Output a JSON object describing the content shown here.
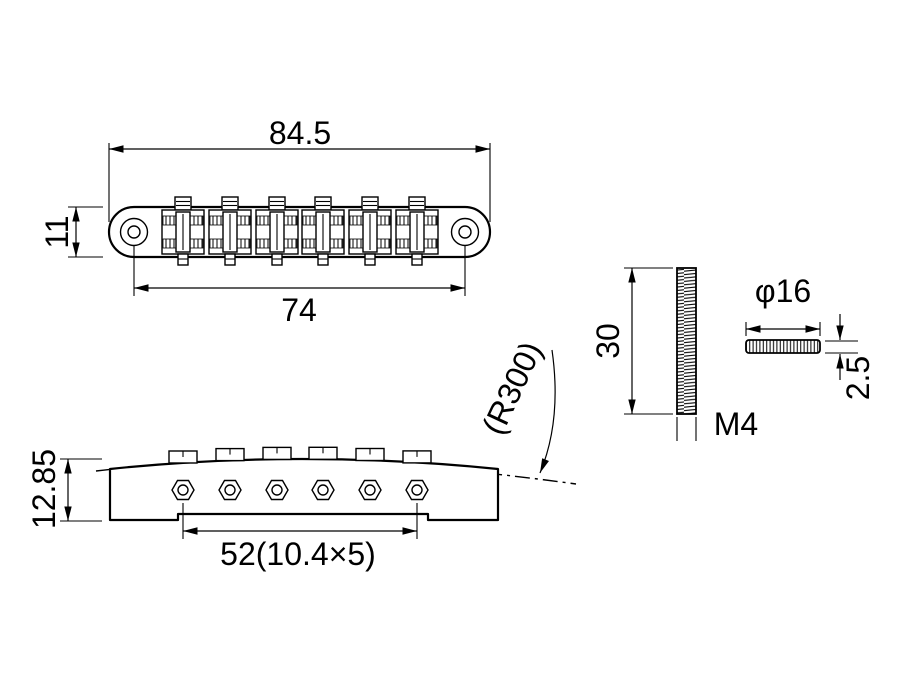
{
  "drawing": {
    "background": "#ffffff",
    "line_color": "#000000"
  },
  "views": {
    "top": {
      "width_label": "84.5",
      "height_label": "11",
      "hole_spacing_label": "74"
    },
    "side": {
      "height_label": "12.85",
      "screw_spacing_label": "52(10.4×5)",
      "radius_label": "(R300)"
    },
    "stud": {
      "length_label": "30",
      "thread_label": "M4"
    },
    "thumbwheel": {
      "diameter_label": "φ16",
      "thickness_label": "2.5"
    }
  }
}
